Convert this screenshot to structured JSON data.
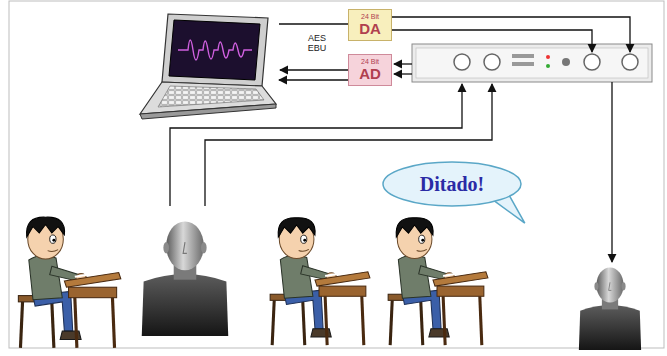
{
  "diagram": {
    "nodes": [
      {
        "text": [
          "24 Bit",
          "DA"
        ]
      },
      {
        "text": [
          "24 Bit",
          "AD"
        ]
      },
      {
        "text": [
          "Ditado!"
        ]
      }
    ],
    "labels": [
      "AES EBU"
    ]
  }
}
